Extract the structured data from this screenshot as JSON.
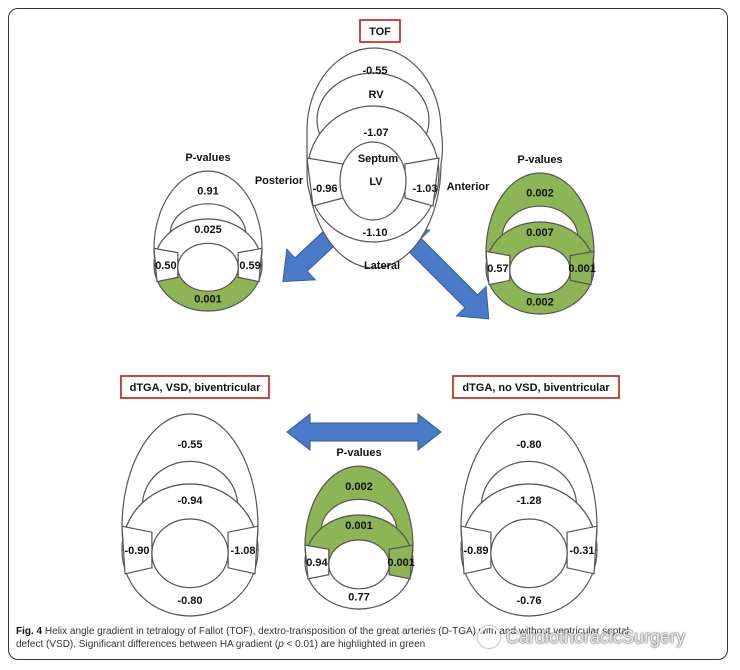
{
  "colors": {
    "highlight": "#8db555",
    "border": "#555555",
    "box_border": "#c0392b",
    "arrow_fill": "#4a7ac7",
    "arrow_stroke": "#2f5b9e"
  },
  "tof": {
    "box_label": "TOF",
    "rv_label": "RV",
    "septum_label": "Septum",
    "lv_label": "LV",
    "posterior_label": "Posterior",
    "anterior_label": "Anterior",
    "lateral_label": "Lateral",
    "values": {
      "rv": "-0.55",
      "septum": "-1.07",
      "posterior": "-0.96",
      "anterior": "-1.03",
      "lateral": "-1.10"
    }
  },
  "dtga_vsd": {
    "box_label": "dTGA, VSD, biventricular",
    "values": {
      "rv": "-0.55",
      "septum": "-0.94",
      "posterior": "-0.90",
      "anterior": "-1.08",
      "lateral": "-0.80"
    }
  },
  "dtga_novsd": {
    "box_label": "dTGA, no VSD, biventricular",
    "values": {
      "rv": "-0.80",
      "septum": "-1.28",
      "posterior": "-0.89",
      "anterior": "-0.31",
      "lateral": "-0.76"
    }
  },
  "pval_left": {
    "title": "P-values",
    "values": {
      "rv": "0.91",
      "septum": "0.025",
      "posterior": "0.50",
      "anterior": "0.59",
      "lateral": "0.001"
    },
    "highlighted": [
      "lateral"
    ]
  },
  "pval_right": {
    "title": "P-values",
    "values": {
      "rv": "0.002",
      "septum": "0.007",
      "posterior": "0.57",
      "anterior": "0.001",
      "lateral": "0.002"
    },
    "highlighted": [
      "rv",
      "septum",
      "anterior",
      "lateral"
    ]
  },
  "pval_bottom": {
    "title": "P-values",
    "values": {
      "rv": "0.002",
      "septum": "0.001",
      "posterior": "0.94",
      "anterior": "0.001",
      "lateral": "0.77"
    },
    "highlighted": [
      "rv",
      "septum",
      "anterior"
    ]
  },
  "caption": {
    "fig_label": "Fig. 4",
    "line1": "Helix angle gradient in tetralogy of Fallot (TOF), dextro-transposition of the great arteries (D-TGA) with and without ventricular septal",
    "line2_a": "defect (VSD). Significant differences between HA gradient (",
    "line2_p": "p",
    "line2_b": " < 0.01) are highlighted in green"
  },
  "watermark": "CardiothoracicSurgery"
}
